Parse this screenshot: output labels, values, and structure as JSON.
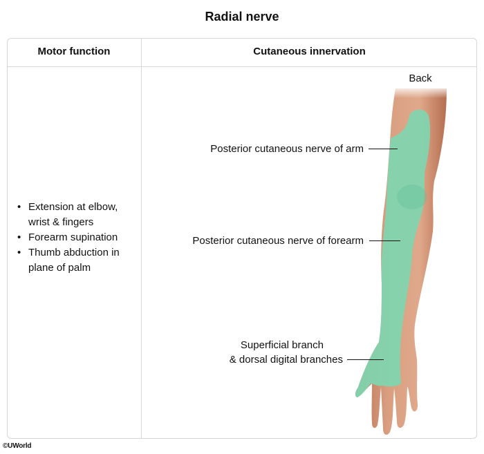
{
  "title": "Radial nerve",
  "table": {
    "col_motor": "Motor function",
    "col_cutaneous": "Cutaneous innervation"
  },
  "motor_functions": [
    "Extension at elbow, wrist & fingers",
    "Forearm supination",
    "Thumb abduction in plane of palm"
  ],
  "illustration": {
    "view_label": "Back",
    "nerve_labels": [
      "Posterior cutaneous nerve of arm",
      "Posterior cutaneous nerve of forearm",
      "Superficial branch",
      "& dorsal digital branches"
    ]
  },
  "colors": {
    "skin": "#d8997b",
    "skin_shadow": "#b97152",
    "nerve_territory": "#7fd6b0"
  },
  "copyright": "©UWorld"
}
